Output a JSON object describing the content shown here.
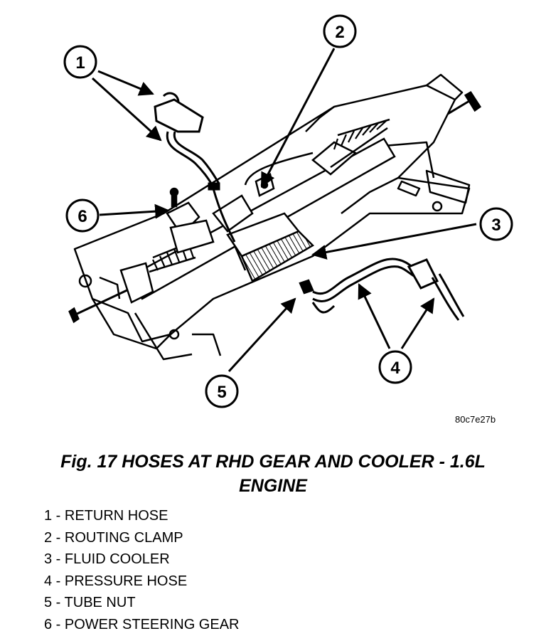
{
  "figure": {
    "drawing_code": "80c7e27b",
    "callouts": [
      {
        "num": "1"
      },
      {
        "num": "2"
      },
      {
        "num": "3"
      },
      {
        "num": "4"
      },
      {
        "num": "5"
      },
      {
        "num": "6"
      }
    ]
  },
  "caption": {
    "line1": "Fig. 17 HOSES AT RHD GEAR AND COOLER - 1.6L",
    "line2": "ENGINE"
  },
  "legend": [
    "1 - RETURN HOSE",
    "2 - ROUTING CLAMP",
    "3 - FLUID COOLER",
    "4 - PRESSURE HOSE",
    "5 - TUBE NUT",
    "6 - POWER STEERING GEAR"
  ]
}
